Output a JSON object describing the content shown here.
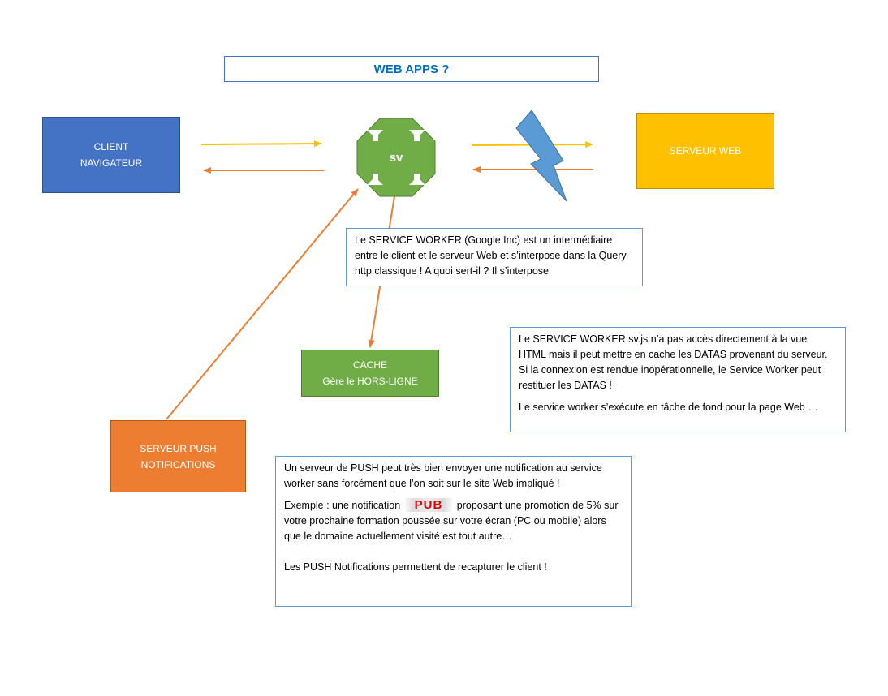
{
  "title": "WEB APPS ?",
  "nodes": {
    "client": [
      "CLIENT",
      "NAVIGATEUR"
    ],
    "server_web": "SERVEUR WEB",
    "sw_label": "sv",
    "cache": [
      "CACHE",
      "Gère le HORS-LIGNE"
    ],
    "push": [
      "SERVEUR PUSH",
      "NOTIFICATIONS"
    ]
  },
  "notes": {
    "sw_intro": "Le SERVICE WORKER (Google Inc) est un intermédiaire entre le client et le serveur Web et s’interpose dans la Query http classique ! A quoi sert-il ? Il s’interpose",
    "sw_cache_p1": "Le SERVICE WORKER sv.js n’a pas accès directement à la vue HTML mais il peut mettre en cache les DATAS provenant du serveur. Si la connexion est rendue inopérationnelle, le Service Worker peut restituer les DATAS !",
    "sw_cache_p2": "Le service worker s’exécute en tâche de fond pour la page Web …",
    "push_p1": "Un serveur de PUSH peut très bien envoyer une notification au service worker sans forcément que l’on soit sur le site Web impliqué !",
    "push_p2_before": "Exemple : une notification ",
    "push_pub": "PUB",
    "push_p2_after": " proposant une promotion de 5% sur votre prochaine formation poussée sur votre écran (PC ou mobile) alors que le domaine actuellement visité est tout autre…",
    "push_p3": "Les PUSH Notifications permettent de recapturer le client !"
  },
  "colors": {
    "client": "#4472c4",
    "server_web": "#ffc000",
    "service_worker": "#70ad47",
    "cache": "#70ad47",
    "push": "#ed7d31",
    "request_arrow": "#ffc000",
    "response_arrow": "#ed7d31",
    "lightning": "#5b9bd5"
  },
  "icons": [
    "lightning-icon",
    "service-worker-octagon-icon"
  ]
}
